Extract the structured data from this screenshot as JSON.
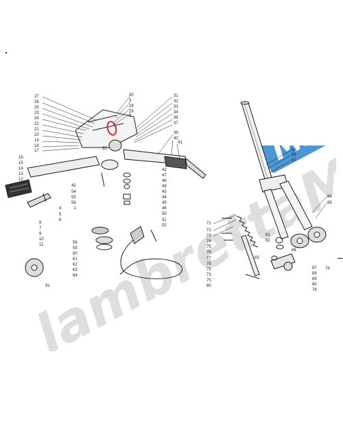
{
  "watermark": {
    "text": "lambrettaME",
    "badge": "ME",
    "color": "#d9d9d9",
    "badge_color": "#4a97d2"
  },
  "highlight_color": "#e02020",
  "diagram": {
    "left_assembly_labels": {
      "col_a": [
        "27",
        "26",
        "25",
        "23",
        "24",
        "22",
        "21",
        "20",
        "19",
        "18",
        "17"
      ],
      "col_b": [
        "16",
        "15",
        "14",
        "13",
        "12",
        "8",
        "7",
        "9",
        "10",
        "11"
      ],
      "top": [
        "30",
        "3",
        "28",
        "29",
        "2"
      ],
      "right": [
        "31",
        "32",
        "33",
        "34",
        "36",
        "37",
        "39",
        "40",
        "41"
      ],
      "center": [
        "35"
      ],
      "lower": [
        "42",
        "47",
        "48",
        "49",
        "43",
        "44",
        "45",
        "46",
        "50"
      ],
      "lower_left": [
        "42",
        "54",
        "55",
        "56",
        "1"
      ],
      "lower_right": [
        "4",
        "5",
        "6"
      ],
      "cable": [
        "58",
        "59",
        "60",
        "61",
        "62",
        "63",
        "64"
      ],
      "cable_right": [
        "51",
        "52"
      ],
      "plate": [
        "91"
      ]
    },
    "fork_assembly_labels": {
      "top": [
        "68",
        "69",
        "67"
      ],
      "right": [
        "84",
        "85"
      ],
      "left_col": [
        "71",
        "72",
        "73",
        "74",
        "75",
        "76",
        "77",
        "78",
        "79",
        "73",
        "75",
        "80"
      ],
      "mid": [
        "81",
        "82",
        "83"
      ],
      "lower_right": [
        "86",
        "87",
        "88",
        "89",
        "90",
        "78",
        "79"
      ]
    }
  }
}
